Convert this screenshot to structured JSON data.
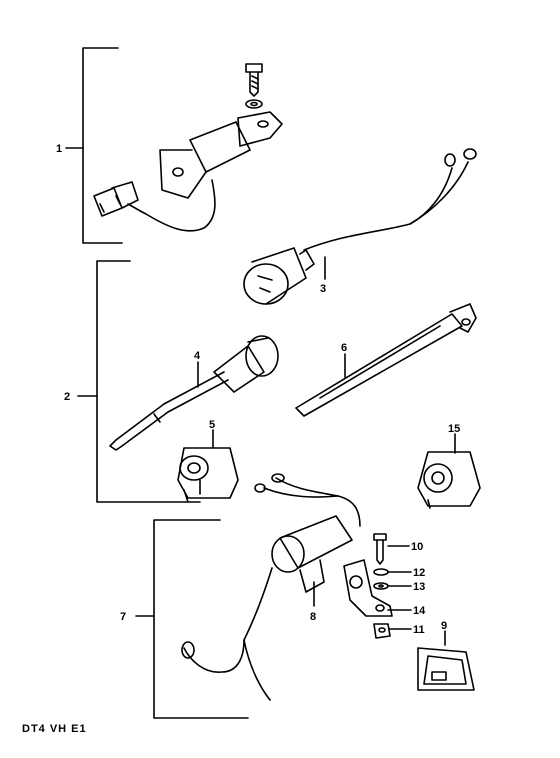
{
  "diagram": {
    "callouts": {
      "c1": "1",
      "c2": "2",
      "c3": "3",
      "c4": "4",
      "c5": "5",
      "c6": "6",
      "c7": "7",
      "c8": "8",
      "c9": "9",
      "c10": "10",
      "c11": "11",
      "c12": "12",
      "c13": "13",
      "c14": "14",
      "c15": "15"
    },
    "footer_code": "DT4  VH  E1"
  }
}
